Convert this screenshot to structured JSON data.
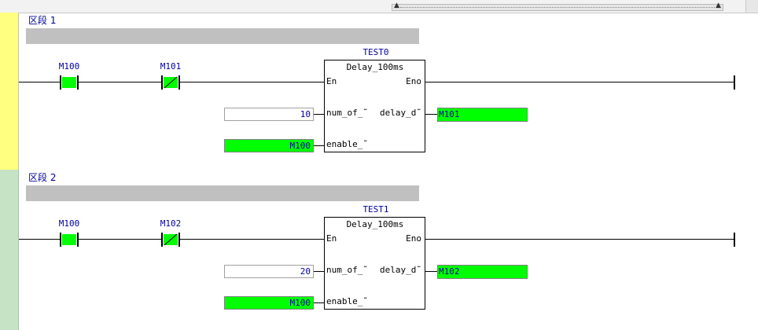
{
  "segments": [
    {
      "label": "区段 1",
      "contacts": [
        {
          "label": "M100",
          "type": "normally-open",
          "energized": true
        },
        {
          "label": "M101",
          "type": "normally-closed",
          "energized": true
        }
      ],
      "function_block": {
        "instance": "TEST0",
        "type": "Delay_100ms",
        "in_en": "En",
        "out_eno": "Eno",
        "in1": "num_of_˜",
        "out1": "delay_d˜",
        "in2": "enable_˜"
      },
      "num_input_value": "10",
      "enable_input_value": "M100",
      "output_value": "M101"
    },
    {
      "label": "区段 2",
      "contacts": [
        {
          "label": "M100",
          "type": "normally-open",
          "energized": true
        },
        {
          "label": "M102",
          "type": "normally-closed",
          "energized": true
        }
      ],
      "function_block": {
        "instance": "TEST1",
        "type": "Delay_100ms",
        "in_en": "En",
        "out_eno": "Eno",
        "in1": "num_of_˜",
        "out1": "delay_d˜",
        "in2": "enable_˜"
      },
      "num_input_value": "20",
      "enable_input_value": "M100",
      "output_value": "M102"
    }
  ],
  "colors": {
    "segment1_gutter": "#ffff80",
    "segment2_gutter": "#c6e3c6",
    "energized": "#00ff00",
    "label_text": "#0000a0"
  }
}
